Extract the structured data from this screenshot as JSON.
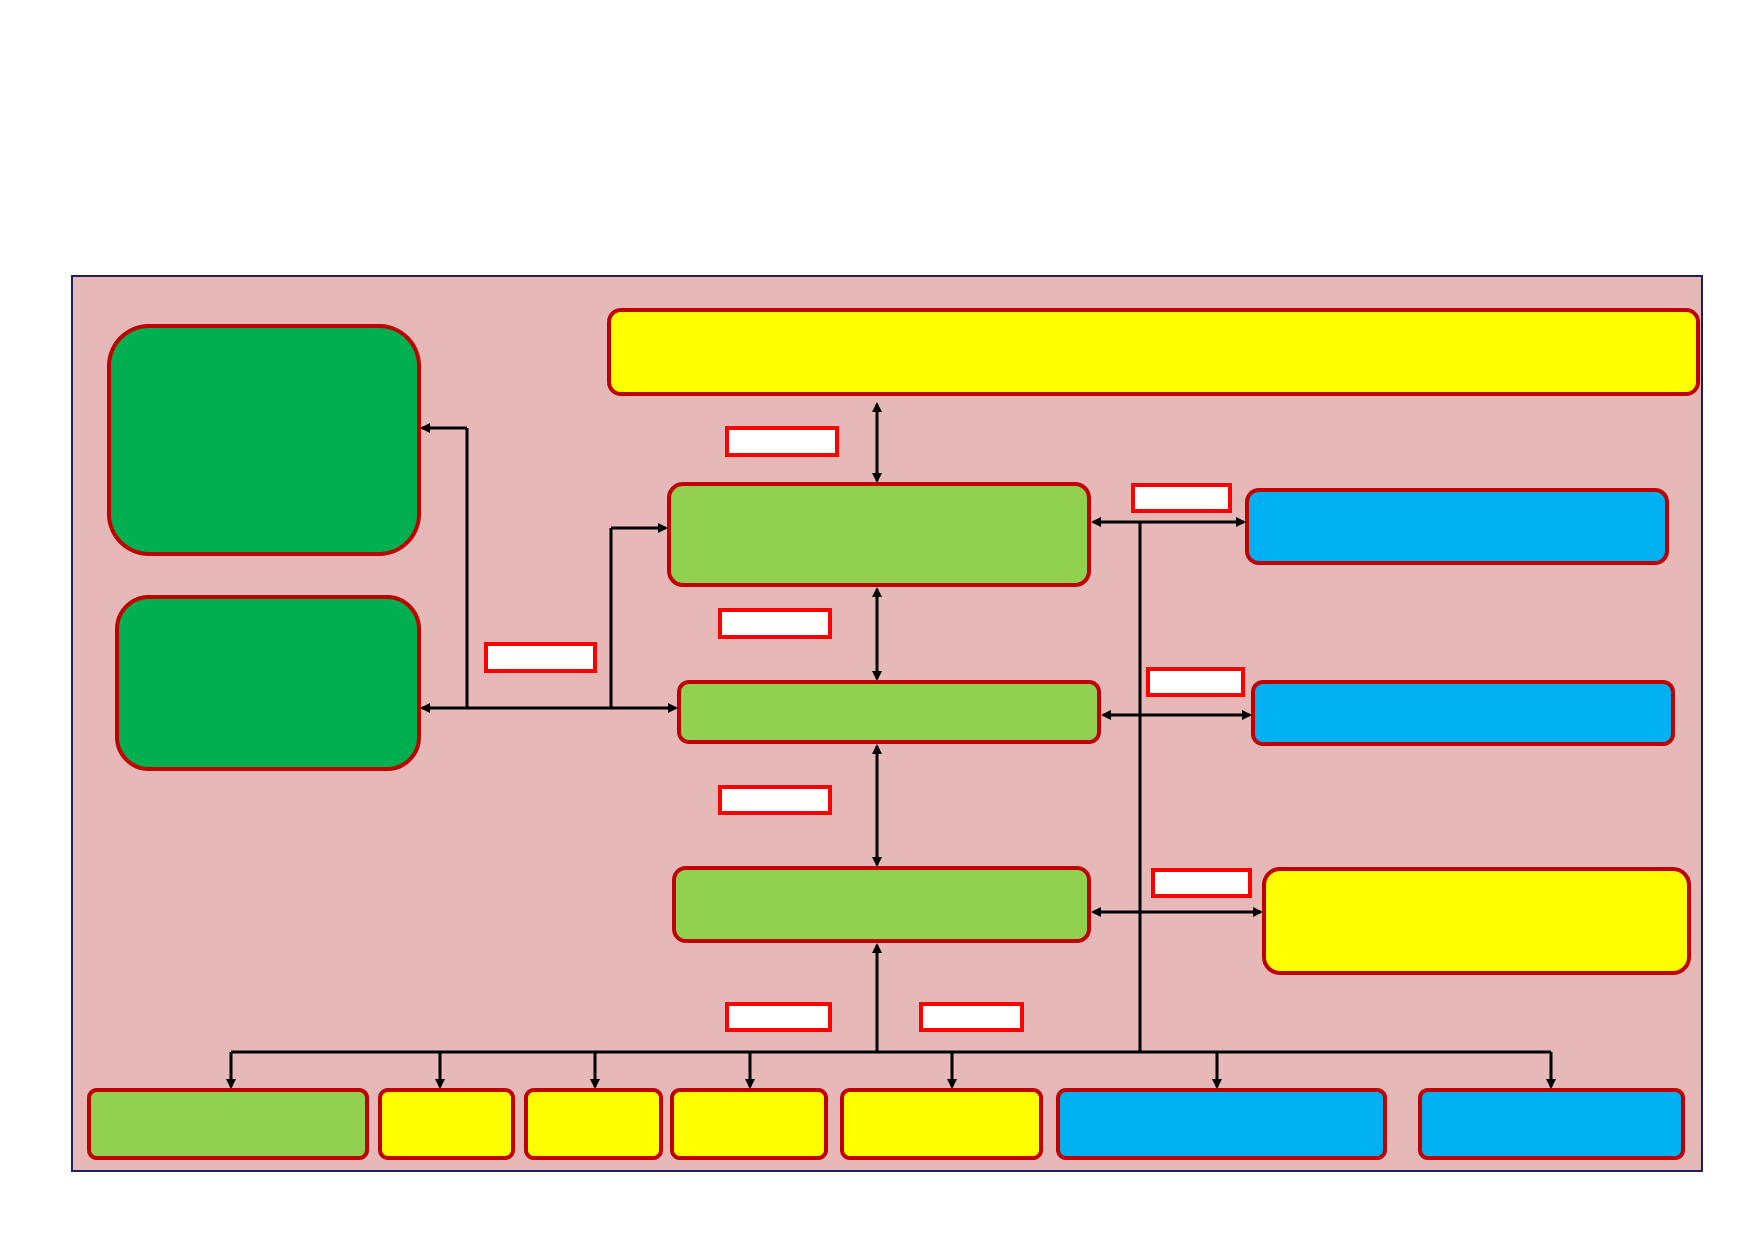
{
  "colors": {
    "page": "#ffffff",
    "panel_fill": "#e6b8b8",
    "panel_border": "#1f1f5c",
    "box_border": "#c00000",
    "green_dark": "#00b050",
    "green_light": "#92d050",
    "yellow": "#ffff00",
    "blue": "#00b0f0",
    "label_fill": "#ffffff",
    "label_border": "#ff0000",
    "connector": "#000000"
  },
  "nodes": {
    "top_banner": {
      "text": "",
      "color": "yellow"
    },
    "left_block_upper": {
      "text": "",
      "color": "green_dark"
    },
    "left_block_lower": {
      "text": "",
      "color": "green_dark"
    },
    "center_node_1": {
      "text": "",
      "color": "green_light"
    },
    "center_node_2": {
      "text": "",
      "color": "green_light"
    },
    "center_node_3": {
      "text": "",
      "color": "green_light"
    },
    "right_node_1": {
      "text": "",
      "color": "blue"
    },
    "right_node_2": {
      "text": "",
      "color": "blue"
    },
    "right_node_3": {
      "text": "",
      "color": "yellow"
    },
    "bottom_node_1": {
      "text": "",
      "color": "green_light"
    },
    "bottom_node_2": {
      "text": "",
      "color": "yellow"
    },
    "bottom_node_3": {
      "text": "",
      "color": "yellow"
    },
    "bottom_node_4": {
      "text": "",
      "color": "yellow"
    },
    "bottom_node_5": {
      "text": "",
      "color": "yellow"
    },
    "bottom_node_6": {
      "text": "",
      "color": "blue"
    },
    "bottom_node_7": {
      "text": "",
      "color": "blue"
    }
  },
  "edge_labels": {
    "label_1": "",
    "label_2": "",
    "label_3": "",
    "label_4": "",
    "label_5": "",
    "label_6": "",
    "label_7": "",
    "label_8": "",
    "label_9": ""
  }
}
